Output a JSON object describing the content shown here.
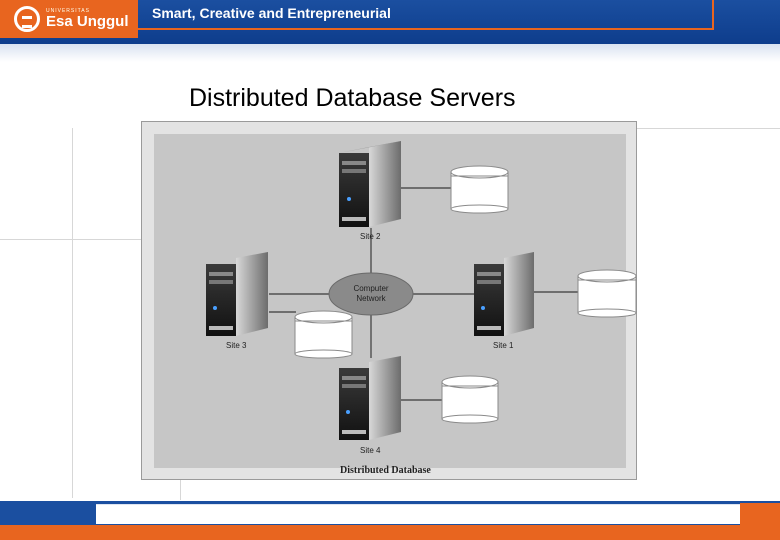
{
  "header": {
    "logo_small_text": "UNIVERSITAS",
    "logo_name": "Esa Unggul",
    "tagline": "Smart, Creative and Entrepreneurial"
  },
  "slide": {
    "title": "Distributed Database Servers"
  },
  "diagram": {
    "network_label_line1": "Computer",
    "network_label_line2": "Network",
    "sites": [
      {
        "label": "Site 2"
      },
      {
        "label": "Site 1"
      },
      {
        "label": "Site 3"
      },
      {
        "label": "Site 4"
      }
    ],
    "caption": "Distributed Database"
  },
  "colors": {
    "brand_blue": "#1b4fa0",
    "brand_orange": "#e8651f"
  }
}
